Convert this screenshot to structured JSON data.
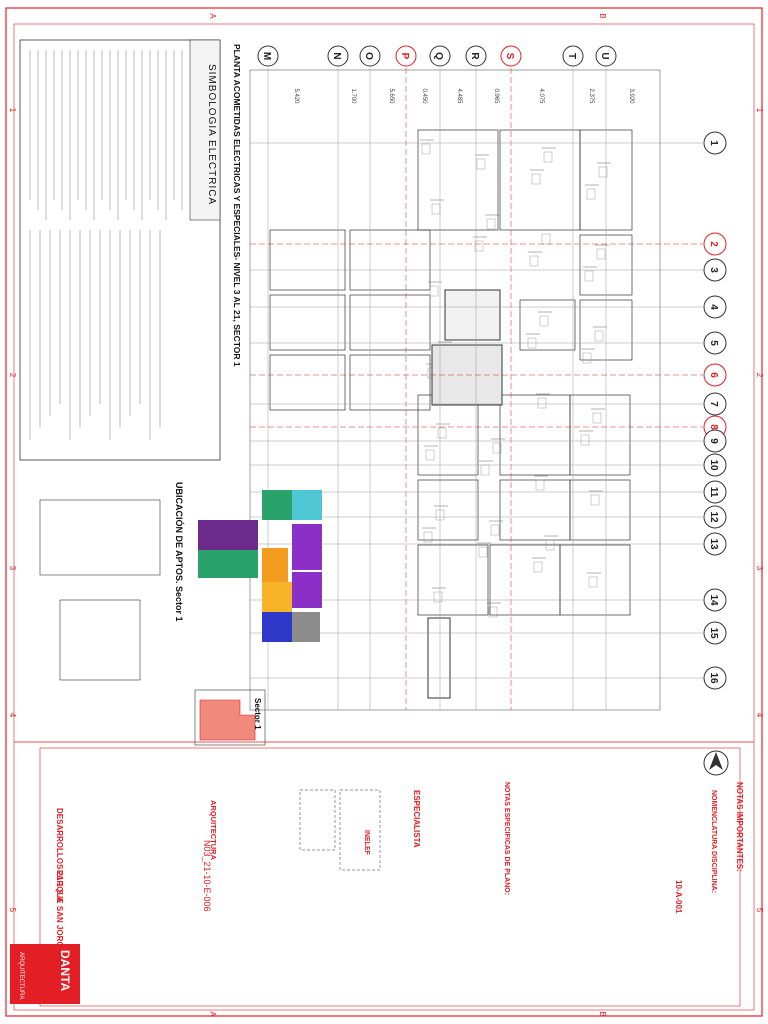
{
  "drawing": {
    "title": "PLANTA ACOMETIDAS ELECTRICAS Y ESPECIALES- NIVEL 3 AL 21, SECTOR 1",
    "symbology_title": "SIMBOLOGIA ELECTRICA",
    "location_title": "UBICACIÓN DE APTOS. Sector 1",
    "sector_label": "Sector 1",
    "sheet_code": "N03_21-10-E-006",
    "discipline": "ARQUITECTURA",
    "specialist_label": "ESPECIALISTA",
    "specific_notes_label": "NOTAS ESPECIFICAS DE PLANO:",
    "important_notes_label": "NOTAS IMPORTANTES:",
    "nomenclature_label": "NOMENCLATURA DISCIPLINA:",
    "nomenclature_code": "10-A-001",
    "stamp": "INELEF",
    "company": "DESARROLLOS 21.1 S.A",
    "project": "PARQUE SAN JORGE",
    "brand": "DANTA",
    "brand_sub": "ARQUITECTURA"
  },
  "grid": {
    "columns_top": [
      "M",
      "N",
      "O",
      "P",
      "Q",
      "R",
      "S",
      "T",
      "U"
    ],
    "columns_highlighted": [
      "P",
      "S"
    ],
    "rows_right": [
      "1",
      "2",
      "3",
      "4",
      "5",
      "6",
      "7",
      "8",
      "9",
      "10",
      "11",
      "12",
      "13",
      "14",
      "15",
      "16"
    ],
    "rows_highlighted": [
      "2",
      "6",
      "8"
    ],
    "dimensions_top": [
      "5.420",
      "1.700",
      "5.650",
      "0.450",
      "4.485",
      "0.965",
      "4.075",
      "2.375",
      "3.920"
    ],
    "border_numbers": [
      "1",
      "2",
      "3",
      "4",
      "5"
    ],
    "border_letters": [
      "A",
      "B"
    ]
  },
  "colors": {
    "border_red": "#e31e24",
    "grid_red": "#d9534f",
    "linework": "#3a3a3a",
    "apt_teal": "#4fc7d4",
    "apt_purple": "#8b2fc9",
    "apt_green": "#2aa36b",
    "apt_orange": "#f39c1f",
    "apt_yellow": "#f7b42b",
    "apt_blue": "#2f39c9",
    "apt_gray": "#8c8c8c",
    "apt_darkpurple": "#6c2a8c",
    "key_salmon": "#f08a7c"
  }
}
